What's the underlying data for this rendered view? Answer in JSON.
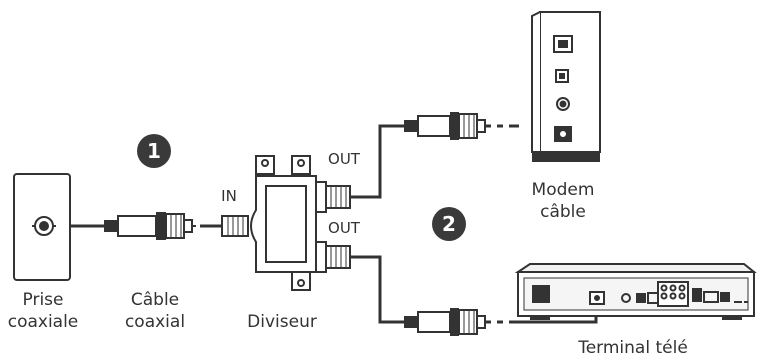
{
  "labels": {
    "wall_plate_line1": "Prise",
    "wall_plate_line2": "coaxiale",
    "cable_line1": "Câble",
    "cable_line2": "coaxial",
    "splitter": "Diviseur",
    "splitter_in": "IN",
    "splitter_out_top": "OUT",
    "splitter_out_bottom": "OUT",
    "modem_line1": "Modem",
    "modem_line2": "câble",
    "terminal": "Terminal télé"
  },
  "steps": [
    {
      "number": "1"
    },
    {
      "number": "2"
    }
  ],
  "colors": {
    "outline": "#333333",
    "cable": "#333333",
    "step_badge": "#3a3a3a",
    "device_fill": "#ffffff",
    "terminal_fill": "#f2f2f2"
  }
}
